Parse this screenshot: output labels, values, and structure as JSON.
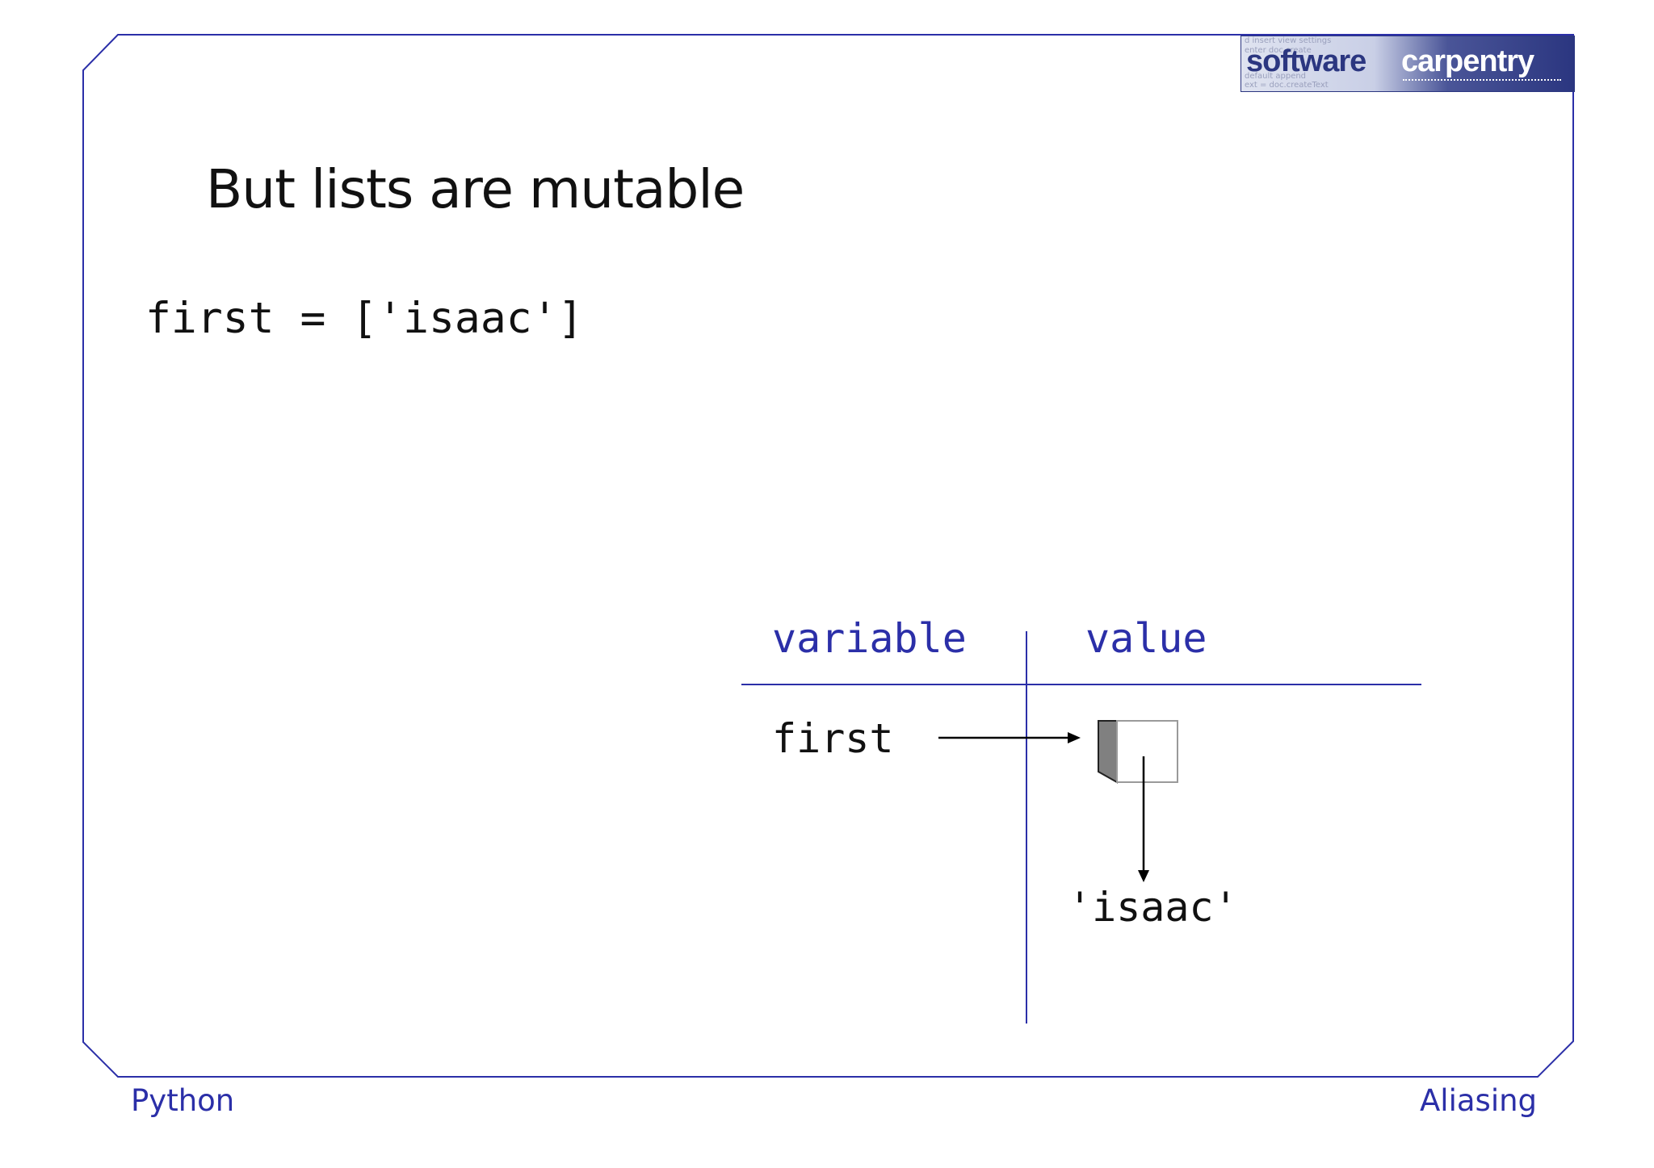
{
  "logo": {
    "word_software": "software",
    "word_carpentry": "carpentry",
    "ghost_text": [
      "d insert view settings",
      "enter doc create",
      "default append",
      "ext = doc.createText"
    ]
  },
  "slide": {
    "title": "But lists are mutable",
    "code": "first = ['isaac']"
  },
  "diagram": {
    "variable_heading": "variable",
    "value_heading": "value",
    "variable_name": "first",
    "list_item_value": "'isaac'"
  },
  "footer": {
    "left": "Python",
    "right": "Aliasing"
  },
  "colors": {
    "frame": "#2b2fa8",
    "heading": "#2b2fa8",
    "text": "#111111",
    "list_cap": "#808080"
  }
}
